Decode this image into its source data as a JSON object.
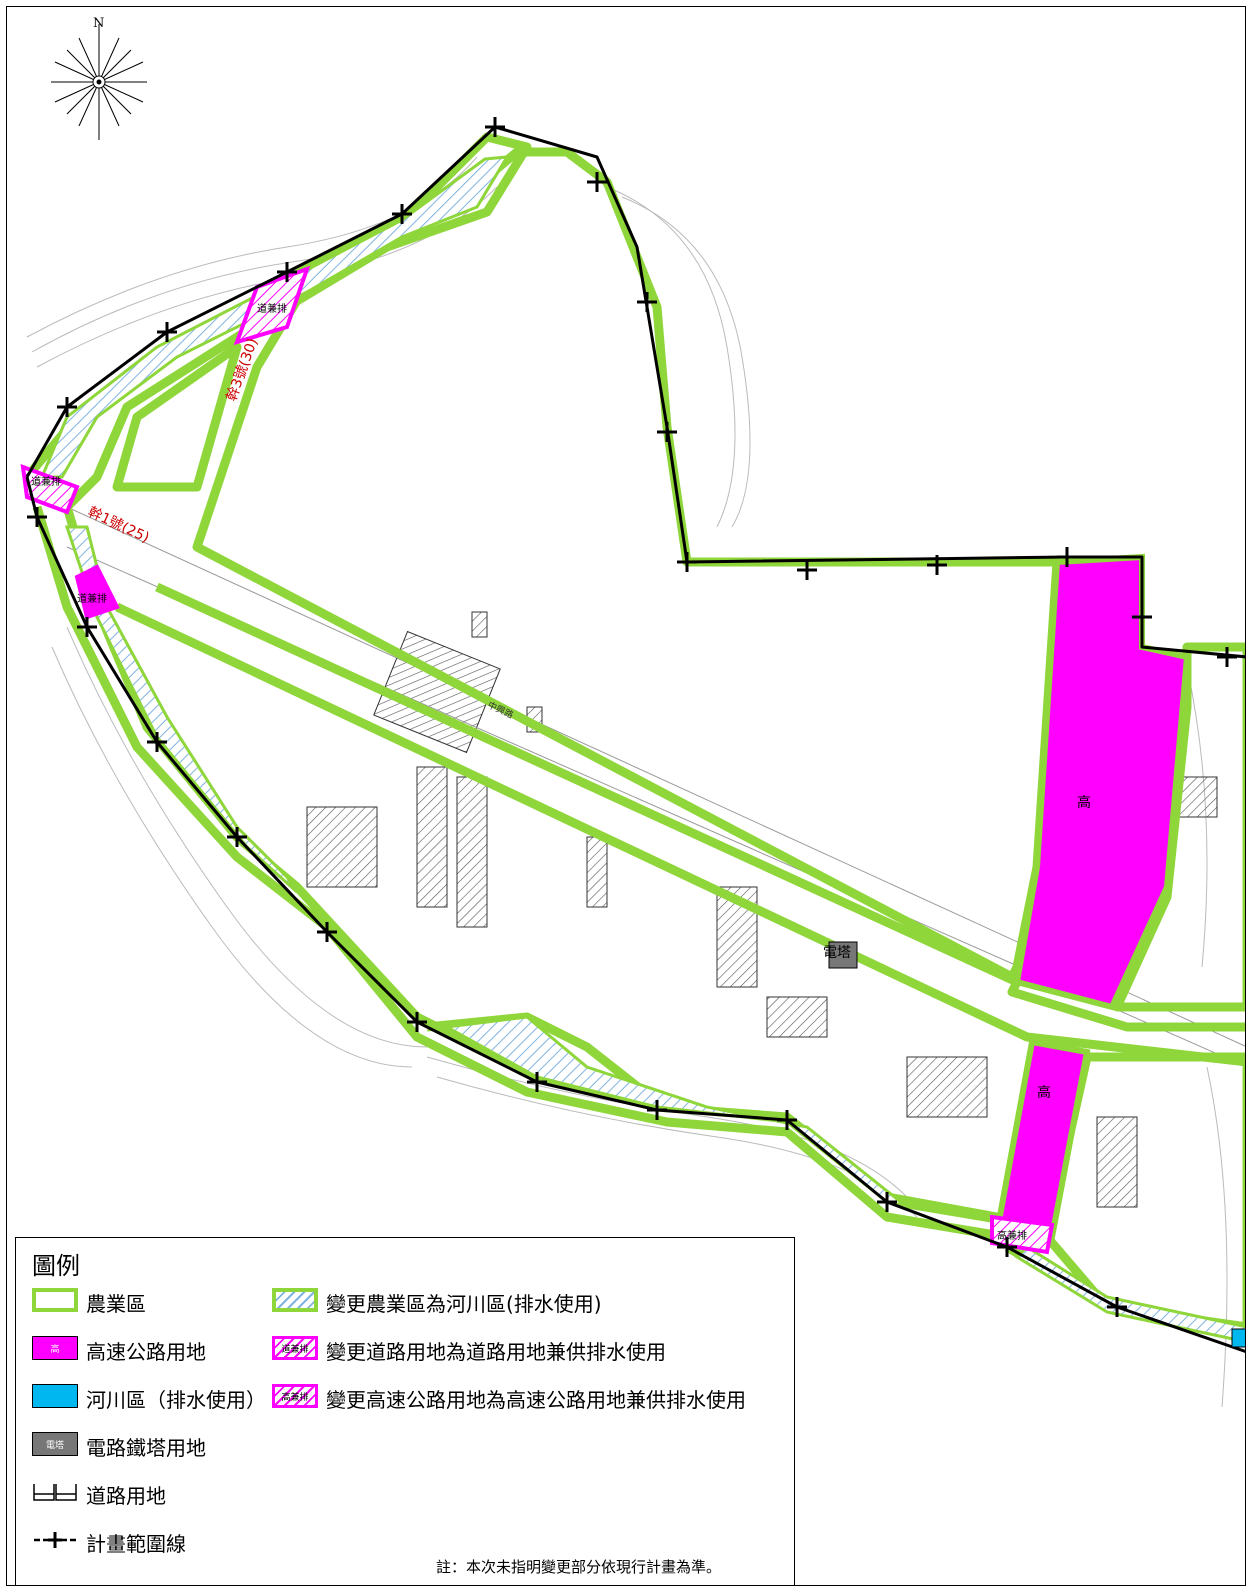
{
  "north_label": "N",
  "map": {
    "labels": {
      "road_tag_1": "道兼排",
      "road_tag_2": "道兼排",
      "road_tag_3": "道兼排",
      "highway_tag": "高兼排",
      "highway_1": "高",
      "highway_2": "高",
      "tower": "電塔",
      "road_name_1": "幹1號(25)",
      "road_name_2": "幹3號(30)",
      "street": "中興路"
    }
  },
  "legend": {
    "title": "圖例",
    "items": [
      {
        "label": "農業區"
      },
      {
        "label": "高速公路用地",
        "swatch_text": "高"
      },
      {
        "label": "河川區（排水使用）"
      },
      {
        "label": "電路鐵塔用地",
        "swatch_text": "電塔"
      },
      {
        "label": "道路用地"
      },
      {
        "label": "計畫範圍線"
      },
      {
        "label": "變更農業區為河川區(排水使用)"
      },
      {
        "label": "變更道路用地為道路用地兼供排水使用",
        "swatch_text": "道兼排"
      },
      {
        "label": "變更高速公路用地為高速公路用地兼供排水使用",
        "swatch_text": "高兼排"
      }
    ],
    "note": "註：本次未指明變更部分依現行計畫為準。"
  },
  "colors": {
    "agri": "#8fd63a",
    "highway": "#ff00ff",
    "river": "#00b7f0",
    "tower": "#777777",
    "boundary": "#000000"
  }
}
